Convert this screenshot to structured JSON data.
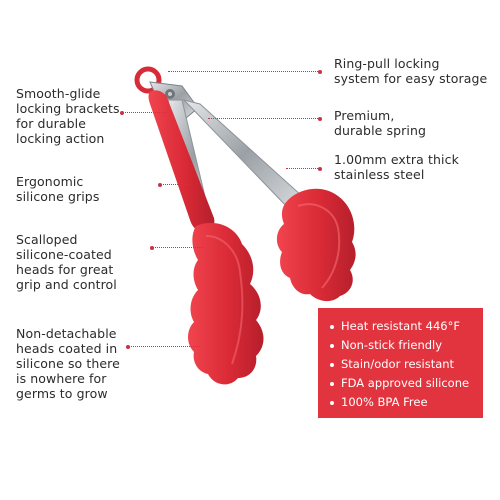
{
  "colors": {
    "accent": "#e2343f",
    "leader": "#c8324a",
    "steel": "#b7bcc0"
  },
  "left_callouts": [
    {
      "text": "Smooth-glide\nlocking brackets\nfor durable\nlocking action"
    },
    {
      "text": "Ergonomic\nsilicone grips"
    },
    {
      "text": "Scalloped\nsilicone-coated\nheads for great\ngrip and control"
    },
    {
      "text": "Non-detachable\nheads coated in\nsilicone so there\nis nowhere for\ngerms to grow"
    }
  ],
  "right_callouts": [
    {
      "text": "Ring-pull locking\nsystem for easy storage"
    },
    {
      "text": "Premium,\ndurable spring"
    },
    {
      "text": "1.00mm extra thick\nstainless steel"
    }
  ],
  "features": [
    "Heat resistant 446°F",
    "Non-stick friendly",
    "Stain/odor resistant",
    "FDA approved silicone",
    "100% BPA Free"
  ]
}
